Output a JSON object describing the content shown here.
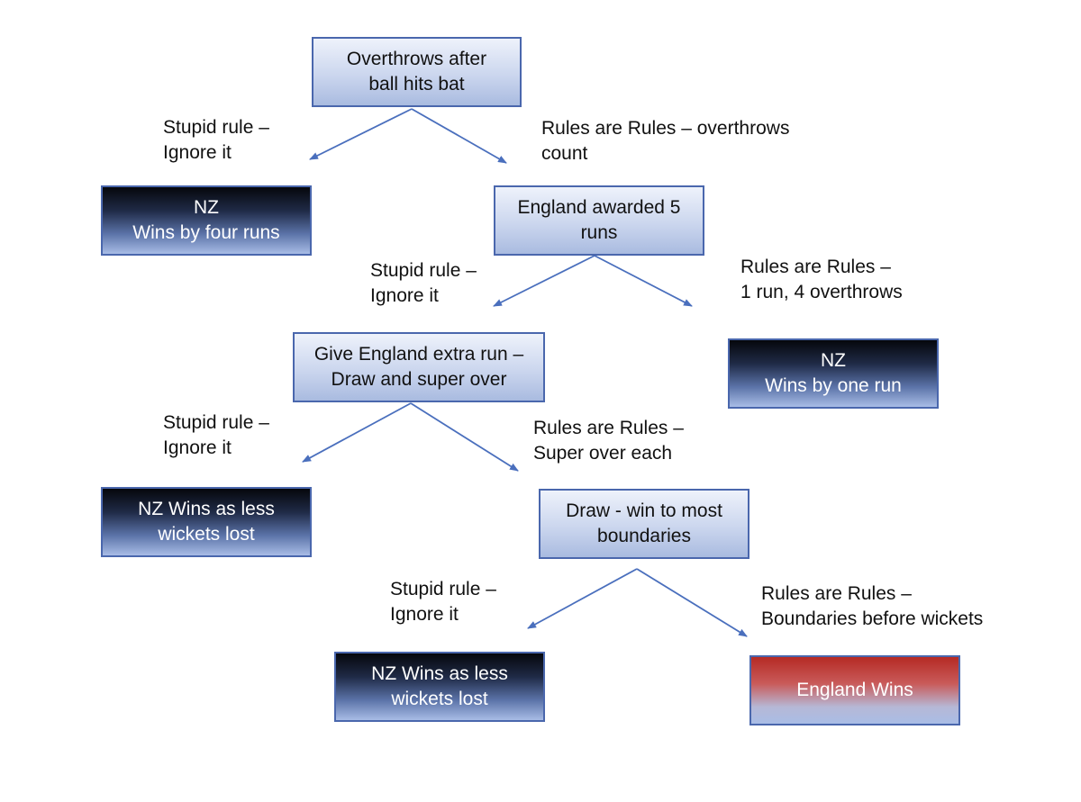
{
  "colors": {
    "border": "#4a67ad",
    "arrow": "#4a6fbd",
    "light_box": "#cbd6ee",
    "dark_box": "#1f2a46",
    "red_box": "#b52a24"
  },
  "nodes": {
    "overthrows": {
      "line1": "Overthrows after",
      "line2": "ball hits bat"
    },
    "nz_four_runs": {
      "line1": "NZ",
      "line2": "Wins by four runs"
    },
    "england_awarded": {
      "line1": "England awarded 5",
      "line2": "runs"
    },
    "extra_run": {
      "line1": "Give England extra run –",
      "line2": "Draw and super over"
    },
    "nz_one_run": {
      "line1": "NZ",
      "line2": "Wins by one run"
    },
    "nz_wickets_1": {
      "line1": "NZ Wins as less",
      "line2": "wickets lost"
    },
    "draw_boundaries": {
      "line1": "Draw -  win to most",
      "line2": "boundaries"
    },
    "nz_wickets_2": {
      "line1": "NZ Wins as less",
      "line2": "wickets lost"
    },
    "england_wins": {
      "line1": "England Wins"
    }
  },
  "labels": {
    "stupid_1": {
      "line1": "Stupid rule –",
      "line2": "Ignore it"
    },
    "rules_1": {
      "line1": "Rules are Rules – overthrows",
      "line2": "count"
    },
    "stupid_2": {
      "line1": "Stupid rule –",
      "line2": "Ignore it"
    },
    "rules_2": {
      "line1": "Rules are Rules –",
      "line2": "1 run, 4 overthrows"
    },
    "stupid_3": {
      "line1": "Stupid rule –",
      "line2": "Ignore it"
    },
    "rules_3": {
      "line1": "Rules are Rules –",
      "line2": "Super over each"
    },
    "stupid_4": {
      "line1": "Stupid rule –",
      "line2": "Ignore it"
    },
    "rules_4": {
      "line1": "Rules are Rules –",
      "line2": "Boundaries before wickets"
    }
  }
}
